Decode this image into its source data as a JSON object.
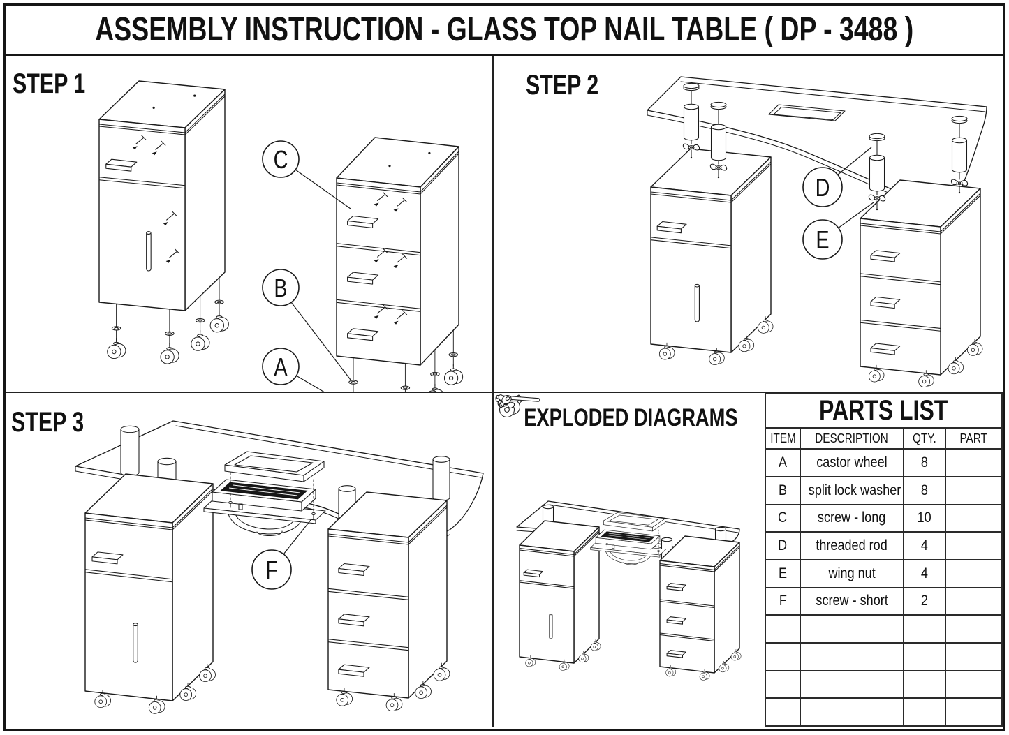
{
  "title": "ASSEMBLY INSTRUCTION - GLASS TOP NAIL TABLE ( DP - 3488 )",
  "steps": {
    "step1": {
      "label": "STEP 1",
      "callouts": [
        {
          "label": "A"
        },
        {
          "label": "B"
        },
        {
          "label": "C"
        }
      ]
    },
    "step2": {
      "label": "STEP 2",
      "callouts": [
        {
          "label": "D"
        },
        {
          "label": "E"
        }
      ]
    },
    "step3": {
      "label": "STEP 3",
      "callouts": [
        {
          "label": "F"
        }
      ]
    },
    "exploded": {
      "label": "EXPLODED DIAGRAMS"
    }
  },
  "parts_list": {
    "title": "PARTS LIST",
    "columns": [
      "ITEM",
      "DESCRIPTION",
      "QTY.",
      "PART"
    ],
    "rows": [
      {
        "item": "A",
        "description": "castor wheel",
        "qty": "8",
        "part_icon": "castor-wheel-icon"
      },
      {
        "item": "B",
        "description": "split lock washer",
        "qty": "8",
        "part_icon": "split-lock-washer-icon"
      },
      {
        "item": "C",
        "description": "screw - long",
        "qty": "10",
        "part_icon": "screw-long-icon"
      },
      {
        "item": "D",
        "description": "threaded rod",
        "qty": "4",
        "part_icon": "threaded-rod-icon"
      },
      {
        "item": "E",
        "description": "wing nut",
        "qty": "4",
        "part_icon": "wing-nut-icon"
      },
      {
        "item": "F",
        "description": "screw - short",
        "qty": "2",
        "part_icon": "screw-short-icon"
      }
    ],
    "empty_rows": 4
  },
  "colors": {
    "line": "#1a1a1a",
    "grille": "#181818",
    "background": "#ffffff"
  }
}
